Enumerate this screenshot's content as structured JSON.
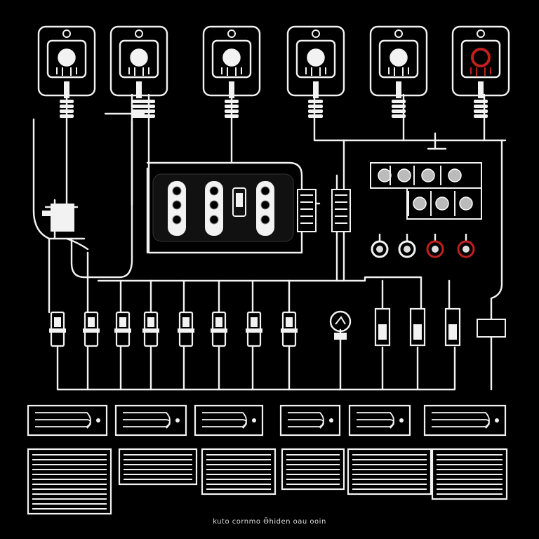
{
  "diagram": {
    "caption": "kuto cornmo Ӫhiden oau ooin",
    "colors": {
      "background": "#000000",
      "stroke": "#f2f2f2",
      "accent_red": "#c0201e"
    },
    "top_sockets": [
      {
        "id": "socket-1",
        "accent": false
      },
      {
        "id": "socket-2",
        "accent": false
      },
      {
        "id": "socket-3",
        "accent": false
      },
      {
        "id": "socket-4",
        "accent": false
      },
      {
        "id": "socket-5",
        "accent": false
      },
      {
        "id": "socket-6",
        "accent": true
      }
    ],
    "indicator_lights": [
      {
        "accent": false
      },
      {
        "accent": false
      },
      {
        "accent": true
      },
      {
        "accent": true
      }
    ],
    "relays_count": 14,
    "terminal_strips_count": 12
  }
}
